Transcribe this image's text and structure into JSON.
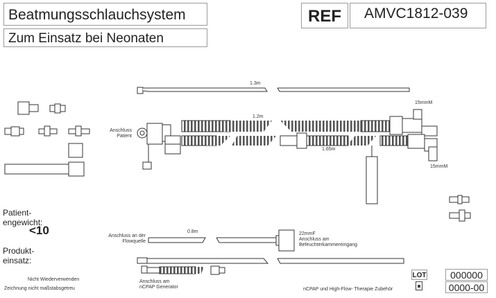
{
  "header": {
    "title": "Beatmungsschlauchsystem",
    "subtitle": "Zum Einsatz bei Neonaten",
    "ref_label": "REF",
    "ref_code": "AMVC1812-039"
  },
  "patient": {
    "weight_label": "Patient-\nengewicht:",
    "weight_value": "<10",
    "use_label": "Produkt-\neinsatz:"
  },
  "diagram_labels": {
    "len_1_3": "1.3m",
    "len_1_2": "1.2m",
    "len_1_65": "1.65m",
    "len_0_8": "0.8m",
    "size_15mm_top": "15mmM",
    "size_15mm_bottom": "15mmM",
    "patient_connection": "Anschluss\nPatient",
    "flow_source": "Anschluss an der\nFlowquelle",
    "humidifier": "22mmF\nAnschluss am\nBefeuchterkammereingang",
    "ncpap_generator": "Anschluss am\nnCPAP Generator"
  },
  "footer": {
    "no_reuse": "Nicht Wiederverwenden",
    "not_to_scale": "Zeichnung nicht maßstabsgetreu",
    "accessory": "nCPAP und High-Flow- Therapie Zubehör",
    "lot_label": "LOT",
    "lot_value": "000000",
    "date_value": "0000-00"
  },
  "icons": [
    "calendar-icon"
  ]
}
